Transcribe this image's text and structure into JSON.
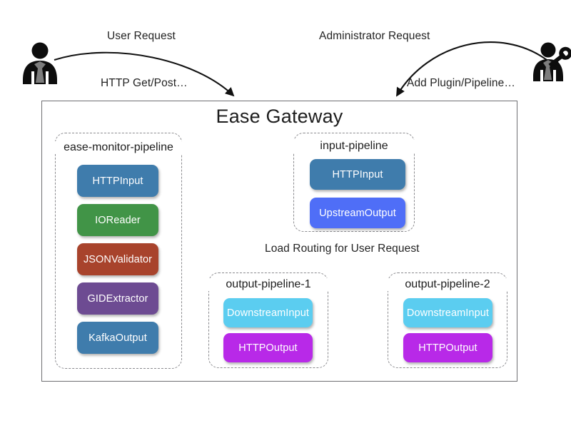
{
  "diagram": {
    "title": "Ease Gateway",
    "palette": {
      "steel_blue": "#3f7cac",
      "green": "#419447",
      "brick_red": "#a8432c",
      "muted_purple": "#6d4b92",
      "royal_blue": "#4f6ef7",
      "sky_blue": "#5bcdf0",
      "magenta": "#b829e8",
      "frame_border": "#6f6f72",
      "dashed_border": "#8a8a8e",
      "text": "#1d1d1d"
    },
    "actors": [
      {
        "id": "user",
        "icon": "user-person-icon",
        "label": "User"
      },
      {
        "id": "admin",
        "icon": "admin-person-key-icon",
        "label": "Administrator"
      }
    ],
    "connector_labels": {
      "user_request": "User Request",
      "http_get_post": "HTTP Get/Post…",
      "administrator_request": "Administrator Request",
      "add_plugin_pipeline": "Add Plugin/Pipeline…",
      "load_routing": "Load Routing for User Request"
    },
    "pipelines": [
      {
        "id": "monitor",
        "label": "ease-monitor-pipeline",
        "plugins": [
          {
            "name": "HTTPInput",
            "color": "#3f7cac"
          },
          {
            "name": "IOReader",
            "color": "#419447"
          },
          {
            "name": "JSONValidator",
            "color": "#a8432c"
          },
          {
            "name": "GIDExtractor",
            "color": "#6d4b92"
          },
          {
            "name": "KafkaOutput",
            "color": "#3f7cac"
          }
        ]
      },
      {
        "id": "input",
        "label": "input-pipeline",
        "plugins": [
          {
            "name": "HTTPInput",
            "color": "#3f7cac"
          },
          {
            "name": "UpstreamOutput",
            "color": "#4f6ef7"
          }
        ]
      },
      {
        "id": "output-1",
        "label": "output-pipeline-1",
        "plugins": [
          {
            "name": "DownstreamInput",
            "color": "#5bcdf0"
          },
          {
            "name": "HTTPOutput",
            "color": "#b829e8"
          }
        ]
      },
      {
        "id": "output-2",
        "label": "output-pipeline-2",
        "plugins": [
          {
            "name": "DownstreamInput",
            "color": "#5bcdf0"
          },
          {
            "name": "HTTPOutput",
            "color": "#b829e8"
          }
        ]
      }
    ]
  }
}
